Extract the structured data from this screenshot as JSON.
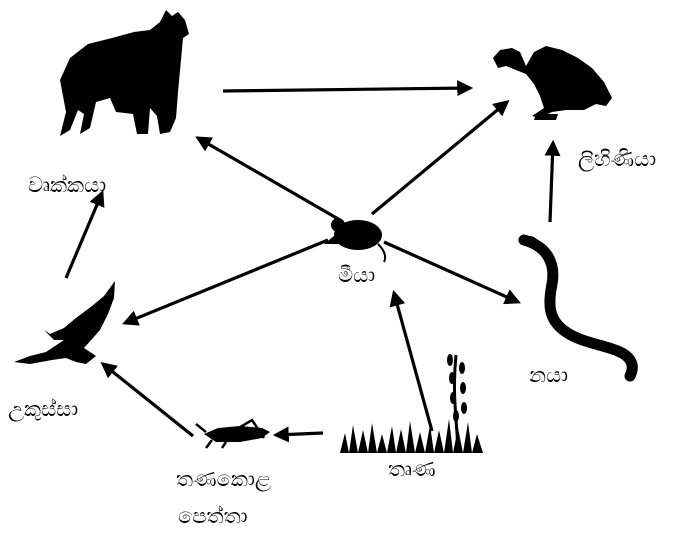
{
  "colors": {
    "silhouette": "#000000",
    "arrow": "#000000",
    "background": "#ffffff"
  },
  "nodes": {
    "wolf": {
      "label": "වෘක්කයා",
      "icon": "wolf-icon"
    },
    "vulture": {
      "label": "ලිහිණියා",
      "icon": "vulture-icon"
    },
    "mouse": {
      "label": "මීයා",
      "icon": "mouse-icon"
    },
    "snake": {
      "label": "නයා",
      "icon": "snake-icon"
    },
    "hawk": {
      "label": "උකුස්සා",
      "icon": "hawk-icon"
    },
    "grasshopper": {
      "label_line1": "තණකොළ",
      "label_line2": "පෙත්තා",
      "icon": "grasshopper-icon"
    },
    "grass": {
      "label": "තෘණ",
      "icon": "grass-icon"
    }
  }
}
